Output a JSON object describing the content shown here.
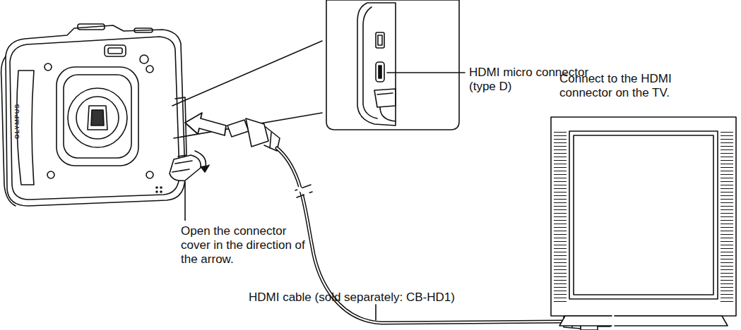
{
  "diagram": {
    "labels": [
      "HDMI micro connector (type D)",
      "Connect to the HDMI connector on the TV.",
      "Open the connector cover in the direction of the arrow.",
      "HDMI cable (sold separately: CB-HD1)",
      "OLYMPUS"
    ]
  }
}
